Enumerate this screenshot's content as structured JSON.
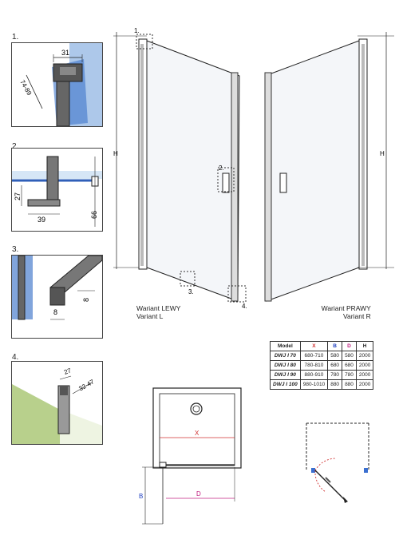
{
  "details": [
    {
      "number": "1.",
      "dims": [
        "31",
        "74-89"
      ]
    },
    {
      "number": "2.",
      "dims": [
        "27",
        "39",
        "66"
      ]
    },
    {
      "number": "3.",
      "dims": [
        "8",
        "8"
      ]
    },
    {
      "number": "4.",
      "dims": [
        "27",
        "32-47"
      ]
    }
  ],
  "main": {
    "dim_h_left": "H",
    "dim_h_right": "H",
    "callouts": [
      "1.",
      "2.",
      "3.",
      "4."
    ]
  },
  "variants": {
    "left": {
      "line1": "Wariant LEWY",
      "line2": "Variant L"
    },
    "right": {
      "line1": "Wariant PRAWY",
      "line2": "Variant R"
    }
  },
  "table": {
    "headers": [
      "Model",
      "X",
      "B",
      "D",
      "H"
    ],
    "rows": [
      [
        "DWJ I 70",
        "680-710",
        "580",
        "580",
        "2000"
      ],
      [
        "DWJ I 80",
        "780-810",
        "680",
        "680",
        "2000"
      ],
      [
        "DWJ I 90",
        "880-910",
        "780",
        "780",
        "2000"
      ],
      [
        "DWJ I 100",
        "980-1010",
        "880",
        "880",
        "2000"
      ]
    ]
  },
  "plan": {
    "dim_x": "X",
    "dim_b": "B",
    "dim_d": "D"
  },
  "colors": {
    "glass": "#3a6fd0",
    "wall": "#b8d08c",
    "dim_x": "#d03030",
    "dim_b": "#2040c0",
    "dim_d": "#c02080",
    "swing": "#d03030"
  }
}
